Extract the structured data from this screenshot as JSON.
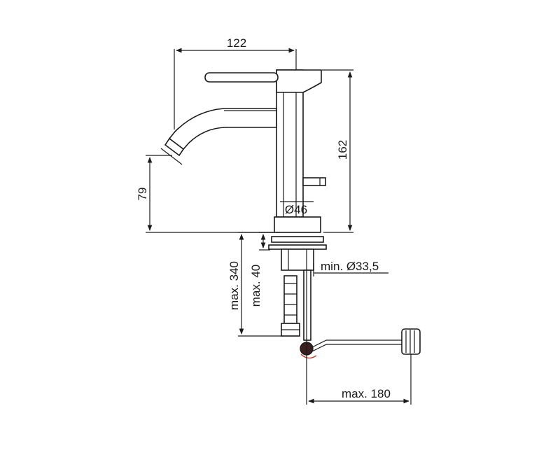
{
  "drawing": {
    "dimensions": {
      "width_top": "122",
      "height_right": "162",
      "spout_height": "79",
      "body_diameter": "Ø46",
      "hole_diameter": "min. Ø33,5",
      "max_height": "max. 340",
      "max_thickness": "max. 40",
      "max_rod": "max. 180"
    }
  }
}
